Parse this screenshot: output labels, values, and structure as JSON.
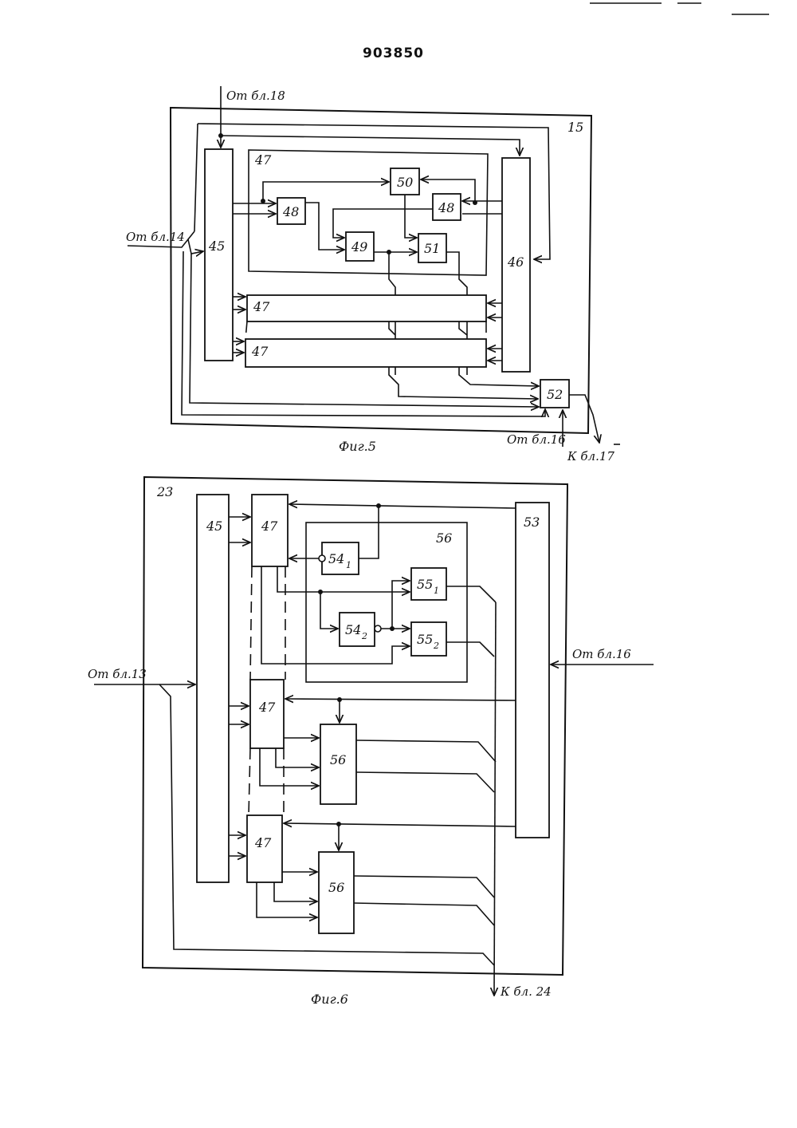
{
  "page_number": "903850",
  "fig5": {
    "caption": "Фиг.5",
    "frame_label": "15",
    "inputs": {
      "from_18": "От бл.18",
      "from_14": "От бл.14",
      "from_16": "От бл.16"
    },
    "outputs": {
      "to_17": "К бл.17"
    },
    "blocks": {
      "b45": "45",
      "b46": "46",
      "b47": "47",
      "b48": "48",
      "b49": "49",
      "b50": "50",
      "b51": "51",
      "b52": "52"
    }
  },
  "fig6": {
    "caption": "Фиг.6",
    "frame_label": "23",
    "inputs": {
      "from_13": "От бл.13",
      "from_16": "От бл.16"
    },
    "outputs": {
      "to_24": "К бл. 24"
    },
    "blocks": {
      "b45": "45",
      "b53": "53",
      "b47": "47",
      "b56": "56",
      "b54": "54",
      "b55": "55",
      "sub1": "1",
      "sub2": "2"
    }
  }
}
